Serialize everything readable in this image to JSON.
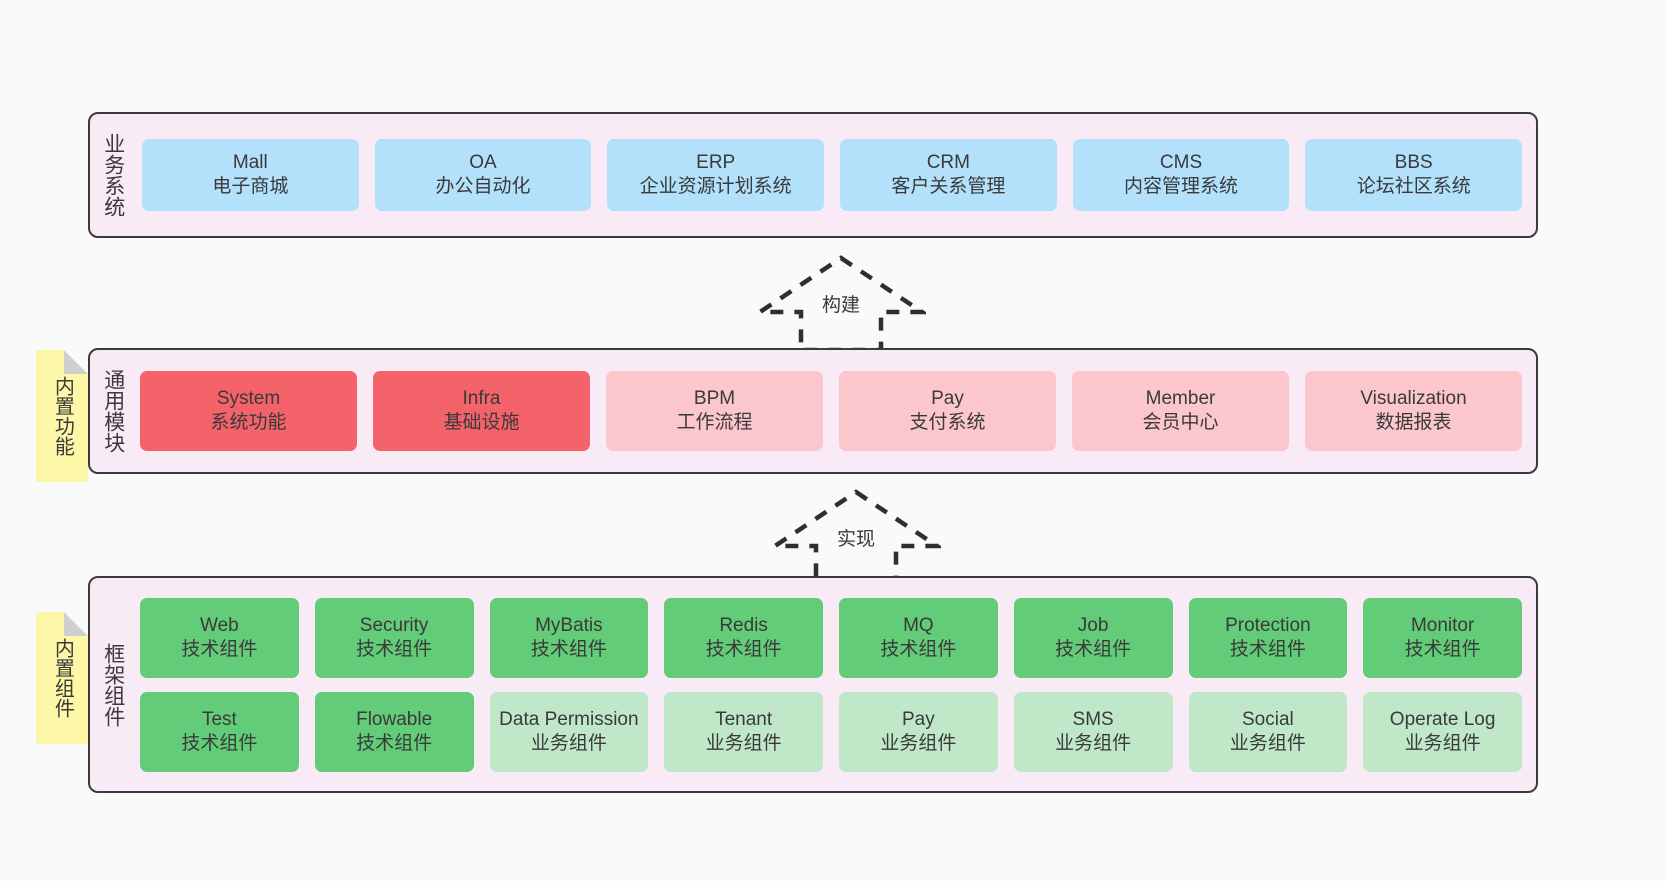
{
  "diagram": {
    "background_color": "#fafafa",
    "panel_color": "#f9ebf5",
    "panel_border_color": "#3b3b3b",
    "note_color": "#fdf8a8"
  },
  "notes": [
    {
      "name": "builtin-function",
      "text": "内置功能"
    },
    {
      "name": "builtin-component",
      "text": "内置组件"
    }
  ],
  "connectors": [
    {
      "name": "build",
      "label": "构建"
    },
    {
      "name": "implement",
      "label": "实现"
    }
  ],
  "layers": [
    {
      "id": "business",
      "label": "业务系统",
      "rows": [
        {
          "cards": [
            {
              "name": "mall",
              "title": "Mall",
              "subtitle": "电子商城",
              "color": "#b3e0fb",
              "style": "c-blue"
            },
            {
              "name": "oa",
              "title": "OA",
              "subtitle": "办公自动化",
              "color": "#b3e0fb",
              "style": "c-blue"
            },
            {
              "name": "erp",
              "title": "ERP",
              "subtitle": "企业资源计划系统",
              "color": "#b3e0fb",
              "style": "c-blue"
            },
            {
              "name": "crm",
              "title": "CRM",
              "subtitle": "客户关系管理",
              "color": "#b3e0fb",
              "style": "c-blue"
            },
            {
              "name": "cms",
              "title": "CMS",
              "subtitle": "内容管理系统",
              "color": "#b3e0fb",
              "style": "c-blue"
            },
            {
              "name": "bbs",
              "title": "BBS",
              "subtitle": "论坛社区系统",
              "color": "#b3e0fb",
              "style": "c-blue"
            }
          ]
        }
      ]
    },
    {
      "id": "common",
      "label": "通用模块",
      "rows": [
        {
          "cards": [
            {
              "name": "system",
              "title": "System",
              "subtitle": "系统功能",
              "color": "#f4626a",
              "style": "c-red"
            },
            {
              "name": "infra",
              "title": "Infra",
              "subtitle": "基础设施",
              "color": "#f4626a",
              "style": "c-red"
            },
            {
              "name": "bpm",
              "title": "BPM",
              "subtitle": "工作流程",
              "color": "#fbc7cd",
              "style": "c-pink"
            },
            {
              "name": "pay",
              "title": "Pay",
              "subtitle": "支付系统",
              "color": "#fbc7cd",
              "style": "c-pink"
            },
            {
              "name": "member",
              "title": "Member",
              "subtitle": "会员中心",
              "color": "#fbc7cd",
              "style": "c-pink"
            },
            {
              "name": "visualization",
              "title": "Visualization",
              "subtitle": "数据报表",
              "color": "#fbc7cd",
              "style": "c-pink"
            }
          ]
        }
      ]
    },
    {
      "id": "framework",
      "label": "框架组件",
      "rows": [
        {
          "cards": [
            {
              "name": "web",
              "title": "Web",
              "subtitle": "技术组件",
              "color": "#63cc79",
              "style": "c-green"
            },
            {
              "name": "security",
              "title": "Security",
              "subtitle": "技术组件",
              "color": "#63cc79",
              "style": "c-green"
            },
            {
              "name": "mybatis",
              "title": "MyBatis",
              "subtitle": "技术组件",
              "color": "#63cc79",
              "style": "c-green"
            },
            {
              "name": "redis",
              "title": "Redis",
              "subtitle": "技术组件",
              "color": "#63cc79",
              "style": "c-green"
            },
            {
              "name": "mq",
              "title": "MQ",
              "subtitle": "技术组件",
              "color": "#63cc79",
              "style": "c-green"
            },
            {
              "name": "job",
              "title": "Job",
              "subtitle": "技术组件",
              "color": "#63cc79",
              "style": "c-green"
            },
            {
              "name": "protection",
              "title": "Protection",
              "subtitle": "技术组件",
              "color": "#63cc79",
              "style": "c-green"
            },
            {
              "name": "monitor",
              "title": "Monitor",
              "subtitle": "技术组件",
              "color": "#63cc79",
              "style": "c-green"
            }
          ]
        },
        {
          "cards": [
            {
              "name": "test",
              "title": "Test",
              "subtitle": "技术组件",
              "color": "#63cc79",
              "style": "c-green"
            },
            {
              "name": "flowable",
              "title": "Flowable",
              "subtitle": "技术组件",
              "color": "#63cc79",
              "style": "c-green"
            },
            {
              "name": "data-permission",
              "title": "Data Permission",
              "subtitle": "业务组件",
              "color": "#c0e8c8",
              "style": "c-lightgrn"
            },
            {
              "name": "tenant",
              "title": "Tenant",
              "subtitle": "业务组件",
              "color": "#c0e8c8",
              "style": "c-lightgrn"
            },
            {
              "name": "pay",
              "title": "Pay",
              "subtitle": "业务组件",
              "color": "#c0e8c8",
              "style": "c-lightgrn"
            },
            {
              "name": "sms",
              "title": "SMS",
              "subtitle": "业务组件",
              "color": "#c0e8c8",
              "style": "c-lightgrn"
            },
            {
              "name": "social",
              "title": "Social",
              "subtitle": "业务组件",
              "color": "#c0e8c8",
              "style": "c-lightgrn"
            },
            {
              "name": "operate-log",
              "title": "Operate Log",
              "subtitle": "业务组件",
              "color": "#c0e8c8",
              "style": "c-lightgrn"
            }
          ]
        }
      ]
    }
  ]
}
